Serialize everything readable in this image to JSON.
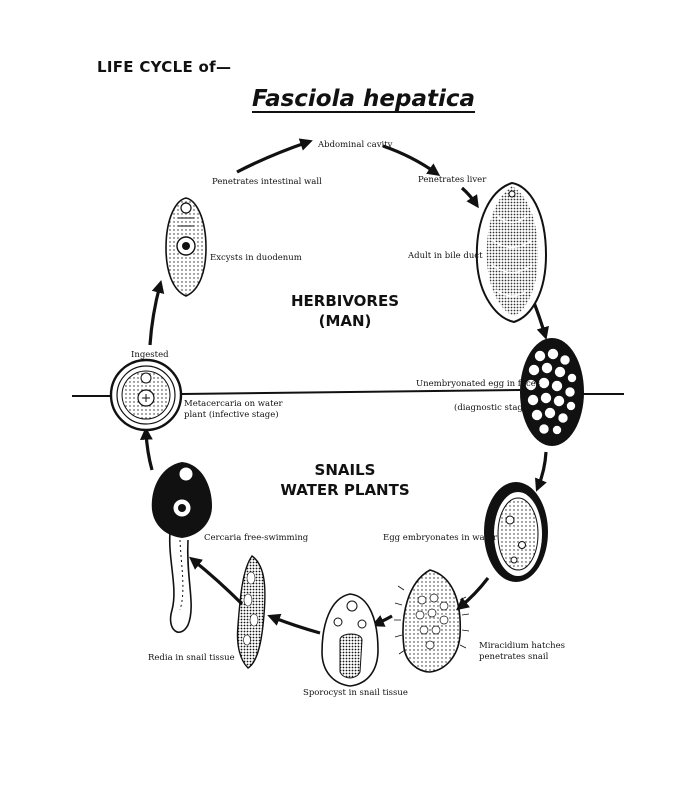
{
  "header": {
    "label": "LIFE CYCLE of—",
    "species": "Fasciola hepatica"
  },
  "zones": {
    "host_line1": "HERBIVORES",
    "host_line2": "(MAN)",
    "env_line1": "SNAILS",
    "env_line2": "WATER PLANTS"
  },
  "stages": {
    "abdominal_cavity": "Abdominal cavity",
    "penetrates_intestinal_wall": "Penetrates intestinal wall",
    "penetrates_liver": "Penetrates liver",
    "excysts_in_duodenum": "Excysts in duodenum",
    "adult_in_bile_duct": "Adult in bile duct",
    "ingested": "Ingested",
    "unembryonated_egg": "Unembryonated egg in feces",
    "diagnostic_stage": "(diagnostic stage)",
    "metacercaria_line1": "Metacercaria on water",
    "metacercaria_line2": "plant (infective stage)",
    "cercaria": "Cercaria free-swimming",
    "egg_embryonates": "Egg embryonates in water",
    "miracidium_line1": "Miracidium hatches",
    "miracidium_line2": "penetrates snail",
    "redia": "Redia in snail tissue",
    "sporocyst": "Sporocyst in snail tissue"
  },
  "icons": {
    "excysted_fluke": "excysted-juvenile-fluke-icon",
    "adult_fluke": "adult-fluke-icon",
    "unembryonated_egg": "unembryonated-egg-icon",
    "embryonated_egg": "embryonated-egg-icon",
    "miracidium": "miracidium-icon",
    "sporocyst": "sporocyst-icon",
    "redia": "redia-icon",
    "cercaria": "cercaria-icon",
    "metacercaria": "metacercaria-cyst-icon"
  }
}
